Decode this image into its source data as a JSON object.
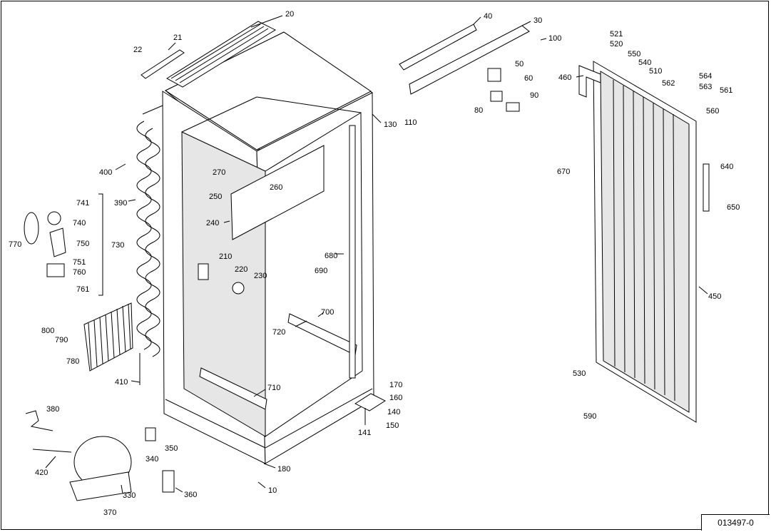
{
  "drawing_number": "013497-0",
  "part_labels": [
    {
      "id": "p20",
      "text": "20"
    },
    {
      "id": "p21",
      "text": "21"
    },
    {
      "id": "p22",
      "text": "22"
    },
    {
      "id": "p40",
      "text": "40"
    },
    {
      "id": "p30",
      "text": "30"
    },
    {
      "id": "p100",
      "text": "100"
    },
    {
      "id": "p50",
      "text": "50"
    },
    {
      "id": "p60",
      "text": "60"
    },
    {
      "id": "p90",
      "text": "90"
    },
    {
      "id": "p80",
      "text": "80"
    },
    {
      "id": "p110",
      "text": "110"
    },
    {
      "id": "p130",
      "text": "130"
    },
    {
      "id": "p521",
      "text": "521"
    },
    {
      "id": "p520",
      "text": "520"
    },
    {
      "id": "p550",
      "text": "550"
    },
    {
      "id": "p540",
      "text": "540"
    },
    {
      "id": "p510",
      "text": "510"
    },
    {
      "id": "p460",
      "text": "460"
    },
    {
      "id": "p562",
      "text": "562"
    },
    {
      "id": "p564",
      "text": "564"
    },
    {
      "id": "p563",
      "text": "563"
    },
    {
      "id": "p561",
      "text": "561"
    },
    {
      "id": "p560",
      "text": "560"
    },
    {
      "id": "p400",
      "text": "400"
    },
    {
      "id": "p390",
      "text": "390"
    },
    {
      "id": "p270",
      "text": "270"
    },
    {
      "id": "p250",
      "text": "250"
    },
    {
      "id": "p260",
      "text": "260"
    },
    {
      "id": "p240",
      "text": "240"
    },
    {
      "id": "p741",
      "text": "741"
    },
    {
      "id": "p740",
      "text": "740"
    },
    {
      "id": "p750",
      "text": "750"
    },
    {
      "id": "p730",
      "text": "730"
    },
    {
      "id": "p770",
      "text": "770"
    },
    {
      "id": "p751",
      "text": "751"
    },
    {
      "id": "p760",
      "text": "760"
    },
    {
      "id": "p761",
      "text": "761"
    },
    {
      "id": "p210",
      "text": "210"
    },
    {
      "id": "p220",
      "text": "220"
    },
    {
      "id": "p230",
      "text": "230"
    },
    {
      "id": "p680",
      "text": "680"
    },
    {
      "id": "p690",
      "text": "690"
    },
    {
      "id": "p670",
      "text": "670"
    },
    {
      "id": "p640",
      "text": "640"
    },
    {
      "id": "p650",
      "text": "650"
    },
    {
      "id": "p450",
      "text": "450"
    },
    {
      "id": "p700",
      "text": "700"
    },
    {
      "id": "p720",
      "text": "720"
    },
    {
      "id": "p800",
      "text": "800"
    },
    {
      "id": "p790",
      "text": "790"
    },
    {
      "id": "p780",
      "text": "780"
    },
    {
      "id": "p410",
      "text": "410"
    },
    {
      "id": "p710",
      "text": "710"
    },
    {
      "id": "p170",
      "text": "170"
    },
    {
      "id": "p160",
      "text": "160"
    },
    {
      "id": "p140",
      "text": "140"
    },
    {
      "id": "p150",
      "text": "150"
    },
    {
      "id": "p141",
      "text": "141"
    },
    {
      "id": "p530",
      "text": "530"
    },
    {
      "id": "p590",
      "text": "590"
    },
    {
      "id": "p380",
      "text": "380"
    },
    {
      "id": "p350",
      "text": "350"
    },
    {
      "id": "p340",
      "text": "340"
    },
    {
      "id": "p420",
      "text": "420"
    },
    {
      "id": "p330",
      "text": "330"
    },
    {
      "id": "p360",
      "text": "360"
    },
    {
      "id": "p370",
      "text": "370"
    },
    {
      "id": "p180",
      "text": "180"
    },
    {
      "id": "p10",
      "text": "10"
    }
  ]
}
